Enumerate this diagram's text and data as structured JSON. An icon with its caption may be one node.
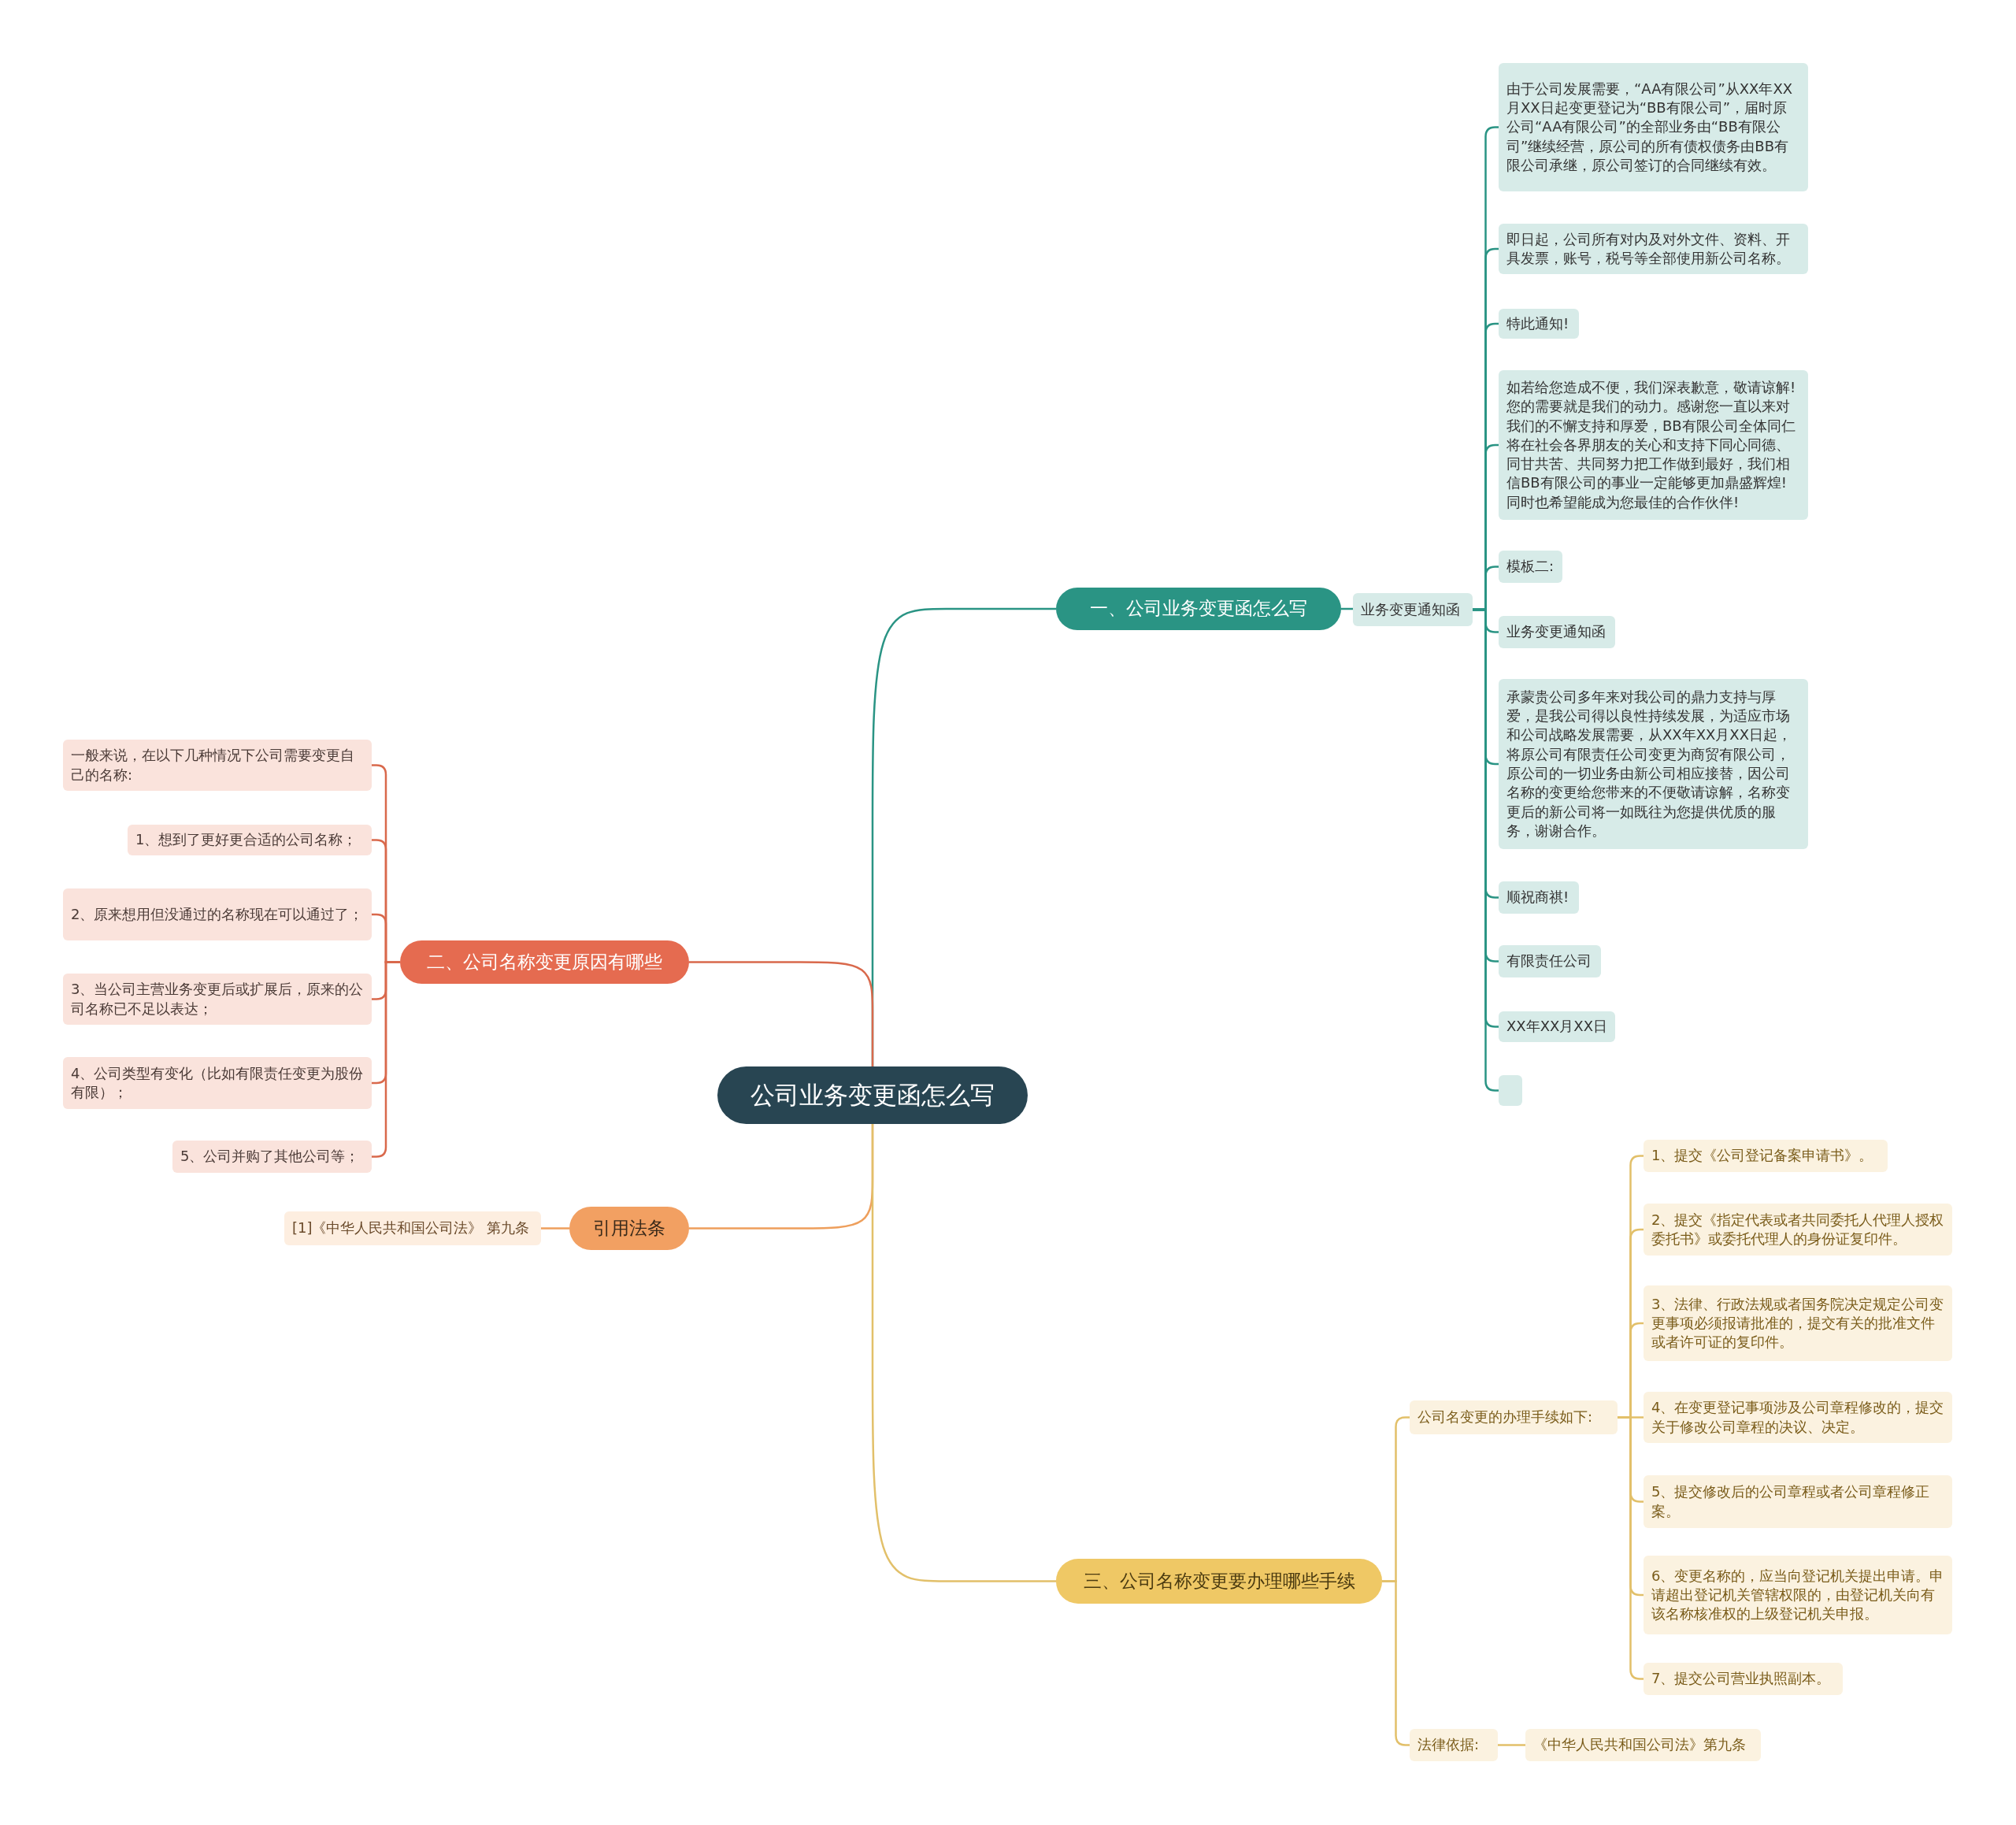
{
  "diagram": {
    "nodes": [
      {
        "text": [
          "公司业务变更函怎么写"
        ]
      },
      {
        "text": [
          "一、公司业务变更函怎么写"
        ]
      },
      {
        "text": [
          "业务变更通知函"
        ]
      },
      {
        "text": [
          "由于公司发展需要，“AA有限公司”从XX年XX月XX日起变更登记为“BB有限公司”，届时原公司“AA有限公司”的全部业务由“BB有限公司”继续经营，原公司的所有债权债务由BB有限公司承继，原公司签订的合同继续有效。"
        ]
      },
      {
        "text": [
          "即日起，公司所有对内及对外文件、资料、开具发票，账号，税号等全部使用新公司名称。"
        ]
      },
      {
        "text": [
          "特此通知!"
        ]
      },
      {
        "text": [
          "如若给您造成不便，我们深表歉意，敬请谅解!您的需要就是我们的动力。感谢您一直以来对我们的不懈支持和厚爱，BB有限公司全体同仁将在社会各界朋友的关心和支持下同心同德、同甘共苦、共同努力把工作做到最好，我们相信BB有限公司的事业一定能够更加鼎盛辉煌!同时也希望能成为您最佳的合作伙伴!"
        ]
      },
      {
        "text": [
          "模板二:"
        ]
      },
      {
        "text": [
          "业务变更通知函"
        ]
      },
      {
        "text": [
          "承蒙贵公司多年来对我公司的鼎力支持与厚爱，是我公司得以良性持续发展，为适应市场和公司战略发展需要，从XX年XX月XX日起，将原公司有限责任公司变更为商贸有限公司，原公司的一切业务由新公司相应接替，因公司名称的变更给您带来的不便敬请谅解，名称变更后的新公司将一如既往为您提供优质的服务，谢谢合作。"
        ]
      },
      {
        "text": [
          "顺祝商祺!"
        ]
      },
      {
        "text": [
          "有限责任公司"
        ]
      },
      {
        "text": [
          "XX年XX月XX日"
        ]
      },
      {
        "text": [],
        "shape": "box"
      },
      {
        "text": [
          "二、公司名称变更原因有哪些"
        ]
      },
      {
        "text": [
          "一般来说，在以下几种情况下公司需要变更自己的名称:"
        ]
      },
      {
        "text": [
          "1、想到了更好更合适的公司名称；"
        ]
      },
      {
        "text": [
          "2、原来想用但没通过的名称现在可以通过了；"
        ]
      },
      {
        "text": [
          "3、当公司主营业务变更后或扩展后，原来的公司名称已不足以表达；"
        ]
      },
      {
        "text": [
          "4、公司类型有变化（比如有限责任变更为股份有限）；"
        ]
      },
      {
        "text": [
          "5、公司并购了其他公司等；"
        ]
      },
      {
        "text": [
          "引用法条"
        ]
      },
      {
        "text": [
          "[1]《中华人民共和国公司法》 第九条"
        ]
      },
      {
        "text": [
          "三、公司名称变更要办理哪些手续"
        ]
      },
      {
        "text": [
          "公司名变更的办理手续如下:"
        ]
      },
      {
        "text": [
          "1、提交《公司登记备案申请书》。"
        ]
      },
      {
        "text": [
          "2、提交《指定代表或者共同委托人代理人授权委托书》或委托代理人的身份证复印件。"
        ]
      },
      {
        "text": [
          "3、法律、行政法规或者国务院决定规定公司变更事项必须报请批准的，提交有关的批准文件或者许可证的复印件。"
        ]
      },
      {
        "text": [
          "4、在变更登记事项涉及公司章程修改的，提交关于修改公司章程的决议、决定。"
        ]
      },
      {
        "text": [
          "5、提交修改后的公司章程或者公司章程修正案。"
        ]
      },
      {
        "text": [
          "6、变更名称的，应当向登记机关提出申请。申请超出登记机关管辖权限的，由登记机关向有该名称核准权的上级登记机关申报。"
        ]
      },
      {
        "text": [
          "7、提交公司营业执照副本。"
        ]
      },
      {
        "text": [
          "法律依据:"
        ]
      },
      {
        "text": [
          "《中华人民共和国公司法》第九条"
        ]
      }
    ],
    "edges": [
      {
        "from": 0,
        "to": 1,
        "arrow": "none",
        "color": "#2a9484"
      },
      {
        "from": 1,
        "to": 2,
        "arrow": "none",
        "color": "#2a9484"
      },
      {
        "from": 2,
        "to": 3,
        "arrow": "none",
        "color": "#2a9484"
      },
      {
        "from": 2,
        "to": 4,
        "arrow": "none",
        "color": "#2a9484"
      },
      {
        "from": 2,
        "to": 5,
        "arrow": "none",
        "color": "#2a9484"
      },
      {
        "from": 2,
        "to": 6,
        "arrow": "none",
        "color": "#2a9484"
      },
      {
        "from": 2,
        "to": 7,
        "arrow": "none",
        "color": "#2a9484"
      },
      {
        "from": 2,
        "to": 8,
        "arrow": "none",
        "color": "#2a9484"
      },
      {
        "from": 2,
        "to": 9,
        "arrow": "none",
        "color": "#2a9484"
      },
      {
        "from": 2,
        "to": 10,
        "arrow": "none",
        "color": "#2a9484"
      },
      {
        "from": 2,
        "to": 11,
        "arrow": "none",
        "color": "#2a9484"
      },
      {
        "from": 2,
        "to": 12,
        "arrow": "none",
        "color": "#2a9484"
      },
      {
        "from": 2,
        "to": 13,
        "arrow": "none",
        "color": "#2a9484"
      },
      {
        "from": 0,
        "to": 14,
        "arrow": "none",
        "color": "#d9694c"
      },
      {
        "from": 14,
        "to": 15,
        "arrow": "none",
        "color": "#d9694c"
      },
      {
        "from": 14,
        "to": 16,
        "arrow": "none",
        "color": "#d9694c"
      },
      {
        "from": 14,
        "to": 17,
        "arrow": "none",
        "color": "#d9694c"
      },
      {
        "from": 14,
        "to": 18,
        "arrow": "none",
        "color": "#d9694c"
      },
      {
        "from": 14,
        "to": 19,
        "arrow": "none",
        "color": "#d9694c"
      },
      {
        "from": 14,
        "to": 20,
        "arrow": "none",
        "color": "#d9694c"
      },
      {
        "from": 0,
        "to": 21,
        "arrow": "none",
        "color": "#ee9f5c"
      },
      {
        "from": 21,
        "to": 22,
        "arrow": "none",
        "color": "#ee9f5c"
      },
      {
        "from": 0,
        "to": 23,
        "arrow": "none",
        "color": "#e2c06a"
      },
      {
        "from": 23,
        "to": 24,
        "arrow": "none",
        "color": "#e2c06a"
      },
      {
        "from": 24,
        "to": 25,
        "arrow": "none",
        "color": "#e2c06a"
      },
      {
        "from": 24,
        "to": 26,
        "arrow": "none",
        "color": "#e2c06a"
      },
      {
        "from": 24,
        "to": 27,
        "arrow": "none",
        "color": "#e2c06a"
      },
      {
        "from": 24,
        "to": 28,
        "arrow": "none",
        "color": "#e2c06a"
      },
      {
        "from": 24,
        "to": 29,
        "arrow": "none",
        "color": "#e2c06a"
      },
      {
        "from": 24,
        "to": 30,
        "arrow": "none",
        "color": "#e2c06a"
      },
      {
        "from": 24,
        "to": 31,
        "arrow": "none",
        "color": "#e2c06a"
      },
      {
        "from": 23,
        "to": 32,
        "arrow": "none",
        "color": "#e2c06a"
      },
      {
        "from": 32,
        "to": 33,
        "arrow": "none",
        "color": "#e2c06a"
      }
    ]
  }
}
